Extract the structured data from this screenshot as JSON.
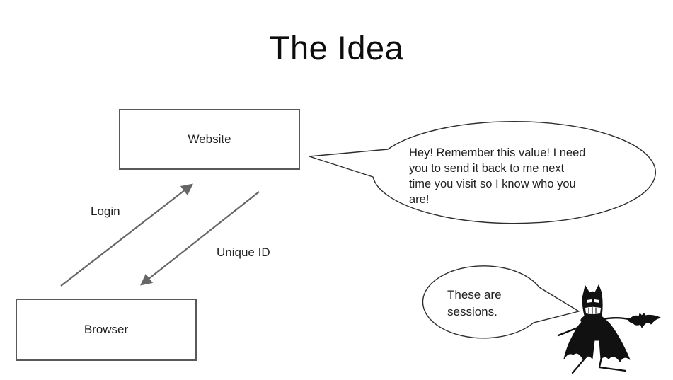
{
  "title": "The Idea",
  "nodes": {
    "website": "Website",
    "browser": "Browser"
  },
  "arrows": {
    "login_label": "Login",
    "unique_id_label": "Unique ID",
    "login_direction": "browser-to-website",
    "unique_id_direction": "website-to-browser"
  },
  "speech_website": {
    "lines": [
      "Hey! Remember this value! I need",
      "you to send it back to me next",
      "time you visit so I know who you",
      "are!"
    ]
  },
  "speech_batman": {
    "lines": [
      "These are",
      "sessions."
    ]
  },
  "icons": {
    "batman": "batman-stick-figure-icon",
    "batarang": "bat-silhouette-icon"
  },
  "colors": {
    "background": "#ffffff",
    "box_border": "#595959",
    "arrow": "#666666",
    "bubble_stroke": "#2d2d2d",
    "text": "#212121",
    "figure": "#111111"
  }
}
